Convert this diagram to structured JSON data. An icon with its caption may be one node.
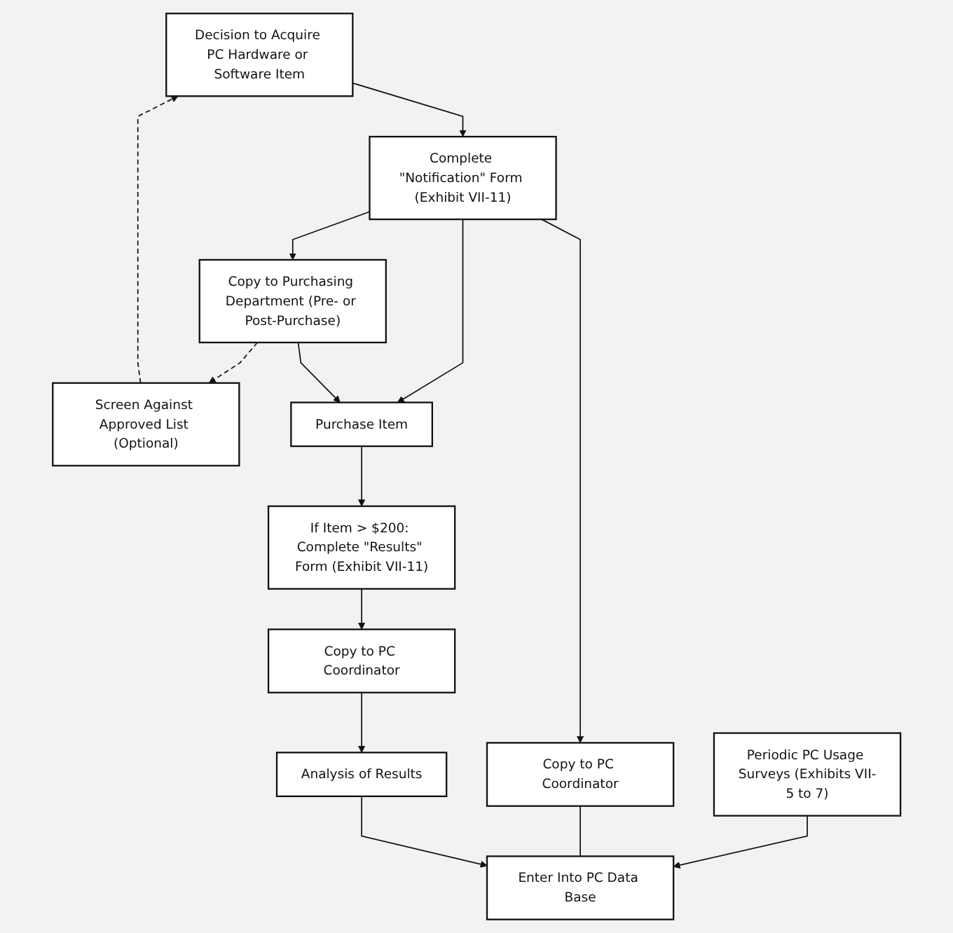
{
  "diagram": {
    "nodes": [
      {
        "text": [
          "Decision to Acquire PC Hardware or Software Item"
        ]
      },
      {
        "text": [
          "Screen Against Approved List (Optional)"
        ]
      },
      {
        "text": [
          "Complete \"Notification\" Form (Exhibit VII-11)"
        ]
      },
      {
        "text": [
          "Periodic PC Usage Surveys (Exhibits VII-5 to 7)"
        ]
      },
      {
        "text": [
          "Copy to Purchasing Department (Pre- or Post-Purchase)"
        ]
      },
      {
        "text": [
          "Copy to PC Coordinator"
        ]
      },
      {
        "text": [
          "Enter Into PC Data Base"
        ]
      },
      {
        "text": [
          "Purchase Item"
        ]
      },
      {
        "text": [
          "If Item > $200: Complete \"Results\" Form (Exhibit VII-11)"
        ]
      },
      {
        "text": [
          "Copy to PC Coordinator"
        ]
      },
      {
        "text": [
          "Analysis of Results"
        ]
      }
    ],
    "edges": [
      {
        "from": 1,
        "to": 0,
        "arrow": "to",
        "style": "dashed"
      },
      {
        "from": 0,
        "to": 2,
        "arrow": "to"
      },
      {
        "from": 2,
        "to": 4,
        "arrow": "to"
      },
      {
        "from": 2,
        "to": 7,
        "arrow": "to"
      },
      {
        "from": 2,
        "to": 5,
        "arrow": "to"
      },
      {
        "from": 4,
        "to": 1,
        "arrow": "to",
        "style": "dashed"
      },
      {
        "from": 3,
        "to": 6,
        "arrow": "to"
      },
      {
        "from": 5,
        "to": 6,
        "arrow": "none"
      },
      {
        "from": 4,
        "to": 7,
        "arrow": "to"
      },
      {
        "from": 7,
        "to": 8,
        "arrow": "to"
      },
      {
        "from": 8,
        "to": 9,
        "arrow": "to"
      },
      {
        "from": 9,
        "to": 10,
        "arrow": "to"
      },
      {
        "from": 10,
        "to": 6,
        "arrow": "to"
      }
    ]
  }
}
